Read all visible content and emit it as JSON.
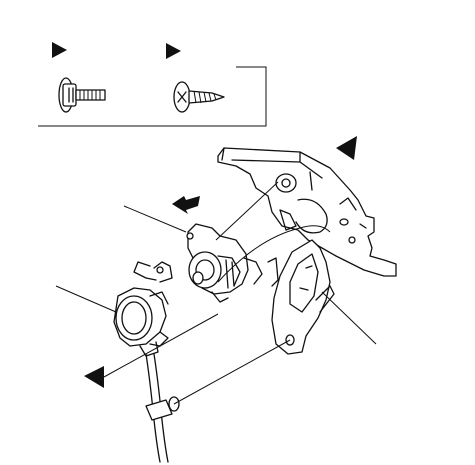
{
  "diagram": {
    "style": "black line-art exploded assembly drawing",
    "colors": {
      "line": "#111111",
      "background": "#ffffff"
    },
    "legend": {
      "items": [
        {
          "icon": "flange-bolt-icon",
          "marker": "triangle-pointer-icon"
        },
        {
          "icon": "tapping-screw-icon",
          "marker": "triangle-pointer-icon"
        }
      ]
    },
    "parts": [
      "mounting-bracket",
      "lock-plate",
      "actuator-assembly",
      "switch-connector",
      "lever-bracket",
      "cable"
    ],
    "callout_arrow_count": 3,
    "leader_line_count": 4
  }
}
